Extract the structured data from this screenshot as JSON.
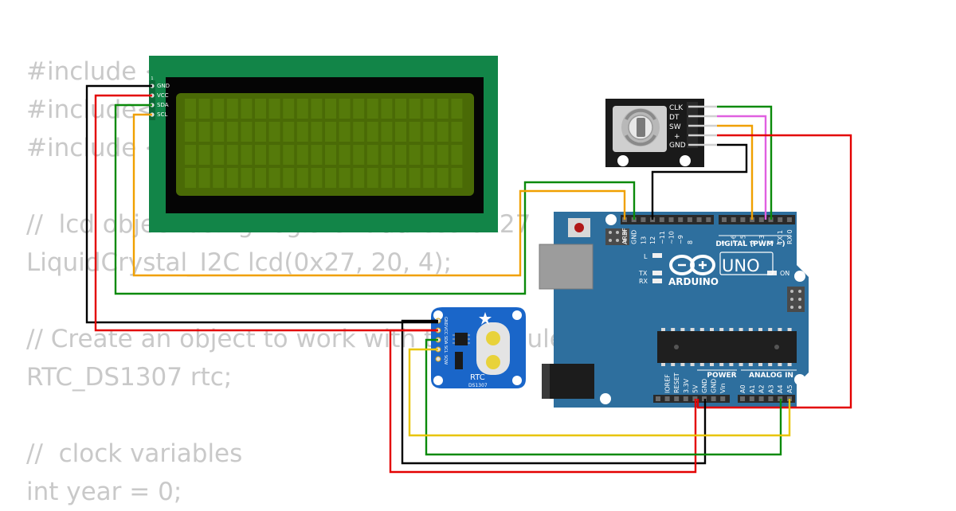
{
  "code_lines": [
    "#include <",
    "#include<",
    "#include <",
    "",
    "//  lcd object using register address 0x27",
    "LiquidCrystal_I2C lcd(0x27, 20, 4);",
    "",
    "// Create an object to work with the module",
    "RTC_DS1307 rtc;",
    "",
    "//  clock variables",
    "int year = 0;"
  ],
  "lcd": {
    "pins": [
      "GND",
      "VCC",
      "SDA",
      "SCL"
    ],
    "pin1_marker": "1"
  },
  "encoder": {
    "pins": [
      "CLK",
      "DT",
      "SW",
      "+",
      "GND"
    ]
  },
  "rtc": {
    "label": "RTC",
    "chip": "DS1307",
    "pins": [
      "GND",
      "VCC",
      "SDA",
      "SCL",
      "SQW"
    ]
  },
  "arduino": {
    "model": "UNO",
    "brand": "ARDUINO",
    "digital_label": "DIGITAL (PWM ~)",
    "digital_pins": [
      "AREF",
      "GND",
      "13",
      "12",
      "~11",
      "~10",
      "~9",
      "8",
      "7",
      "~6",
      "~5",
      "4",
      "~3",
      "2",
      "TX 1",
      "RX 0"
    ],
    "led_labels": [
      "L",
      "TX",
      "RX"
    ],
    "on_label": "ON",
    "power_label": "POWER",
    "analog_label": "ANALOG IN",
    "power_pins": [
      "IOREF",
      "RESET",
      "3.3V",
      "5V",
      "GND",
      "GND",
      "Vin"
    ],
    "analog_pins": [
      "A0",
      "A1",
      "A2",
      "A3",
      "A4",
      "A5"
    ]
  },
  "colors": {
    "lcd_frame": "#128548",
    "lcd_screen": "#4a6a06",
    "arduino_board": "#2e6f9e",
    "encoder_body": "#1a1a1a",
    "rtc_board": "#1a66c9",
    "wire_black": "#000000",
    "wire_red": "#e30000",
    "wire_green": "#0a8a0a",
    "wire_orange": "#f0a000",
    "wire_yellow": "#e8c400",
    "wire_pink": "#e060e0"
  }
}
